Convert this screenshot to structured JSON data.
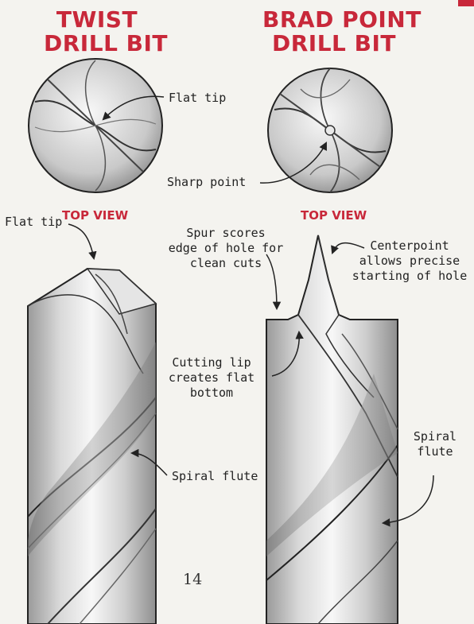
{
  "twist": {
    "title_line1": "TWIST",
    "title_line2": "DRILL BIT",
    "top_view_label": "TOP VIEW",
    "callouts": {
      "flat_tip_top": "Flat tip",
      "flat_tip_side": "Flat tip",
      "spiral_flute": "Spiral flute"
    }
  },
  "brad": {
    "title_line1": "BRAD POINT",
    "title_line2": "DRILL BIT",
    "top_view_label": "TOP VIEW",
    "callouts": {
      "sharp_point": "Sharp point",
      "spur_line1": "Spur scores",
      "spur_line2": "edge of hole for",
      "spur_line3": "clean cuts",
      "center_line1": "Centerpoint",
      "center_line2": "allows precise",
      "center_line3": "starting of hole",
      "lip_line1": "Cutting lip",
      "lip_line2": "creates flat",
      "lip_line3": "bottom",
      "flute_line1": "Spiral",
      "flute_line2": "flute"
    }
  },
  "page_number": "14",
  "colors": {
    "title": "#c8283a",
    "metal_light": "#f6f6f6",
    "metal_dark": "#8a8a8a",
    "ink": "#222222"
  }
}
